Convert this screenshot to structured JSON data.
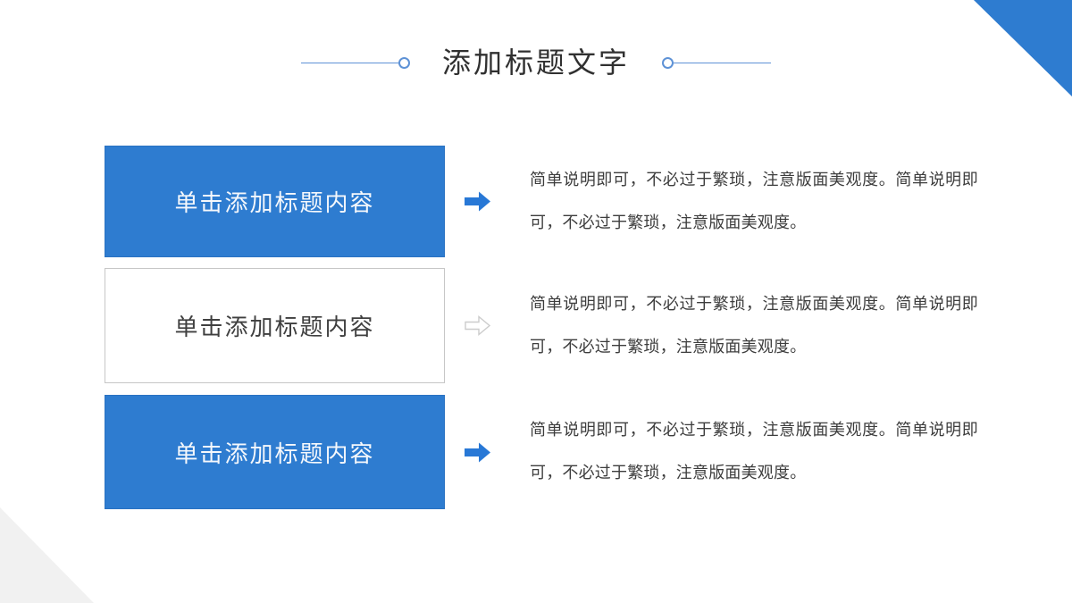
{
  "slide": {
    "title": "添加标题文字",
    "rows": [
      {
        "box_label": "单击添加标题内容",
        "box_style": "filled",
        "arrow_style": "solid",
        "description": "简单说明即可，不必过于繁琐，注意版面美观度。简单说明即可，不必过于繁琐，注意版面美观度。"
      },
      {
        "box_label": "单击添加标题内容",
        "box_style": "outlined",
        "arrow_style": "outline",
        "description": "简单说明即可，不必过于繁琐，注意版面美观度。简单说明即可，不必过于繁琐，注意版面美观度。"
      },
      {
        "box_label": "单击添加标题内容",
        "box_style": "filled",
        "arrow_style": "solid",
        "description": "简单说明即可，不必过于繁琐，注意版面美观度。简单说明即可，不必过于繁琐，注意版面美观度。"
      }
    ]
  },
  "colors": {
    "accent_blue": "#2e7cd0",
    "arrow_blue": "#2878d6",
    "decor_blue": "#5e92d6",
    "corner_gray": "#f1f1f1",
    "title_text": "#303030",
    "body_text": "#3d3d3d",
    "box_label_light": "#f5f8fc",
    "outlined_box_border": "#c6c6c6",
    "outlined_box_text": "#3f3f3f"
  }
}
